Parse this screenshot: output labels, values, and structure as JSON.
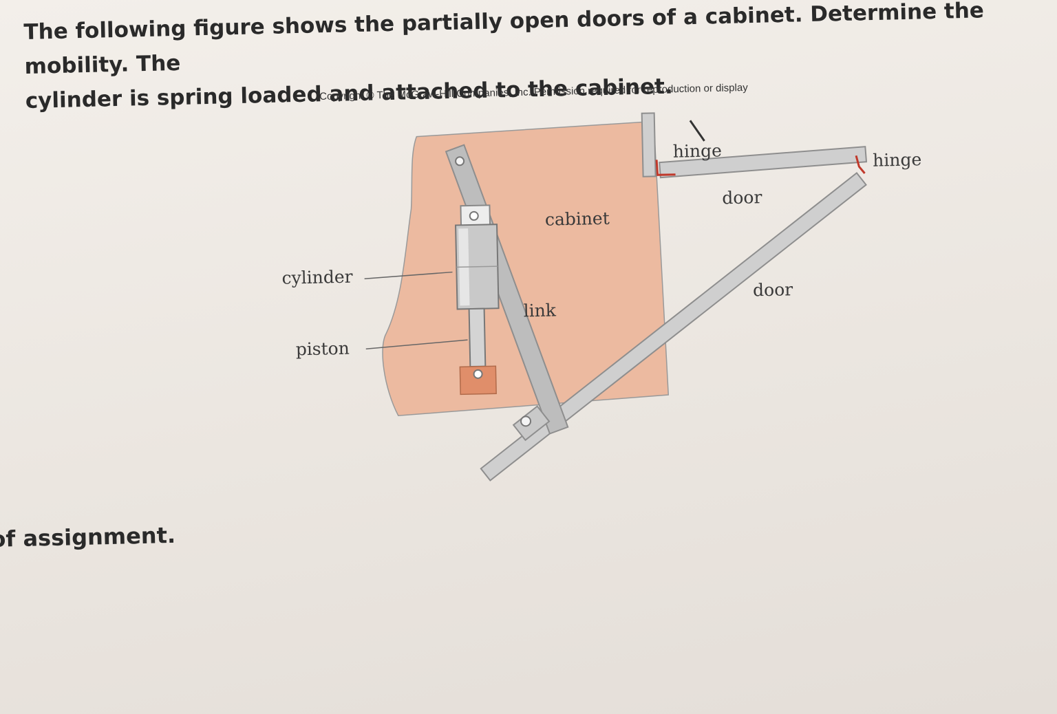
{
  "question": {
    "line1": "The following figure shows the partially open doors of a cabinet.  Determine the mobility. The",
    "line2": "cylinder is spring loaded and attached to the cabinet."
  },
  "copyright": "Copyright © The McGraw-Hill Companies, Inc. Permission required for reproduction or display",
  "figure": {
    "labels": {
      "hinge_left": "hinge",
      "hinge_right": "hinge",
      "door_top": "door",
      "door_bottom": "door",
      "cabinet": "cabinet",
      "cylinder": "cylinder",
      "piston": "piston",
      "link": "link"
    },
    "colors": {
      "cabinet": "#ecbaa0",
      "bar": "#cfcfcf",
      "bar_edge": "#8e8e8e",
      "cylinder": "#c9c9c9",
      "hinge_mark": "#c0392b"
    }
  },
  "footer": "of assignment."
}
